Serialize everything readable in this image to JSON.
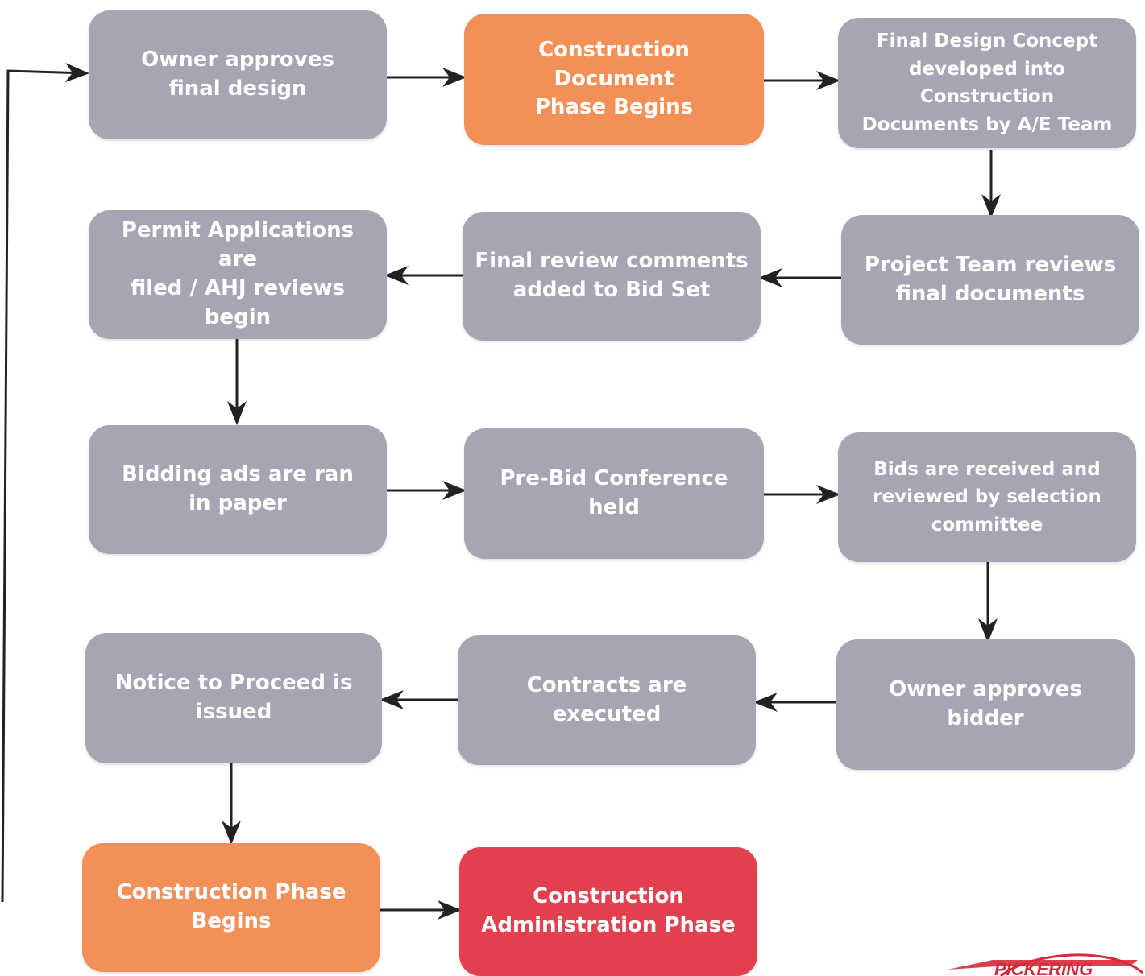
{
  "flowchart": {
    "steps": [
      {
        "id": "owner-approves-design",
        "label": "Owner approves\nfinal design"
      },
      {
        "id": "cd-phase-begins",
        "label": "Construction Document\nPhase Begins"
      },
      {
        "id": "design-concept-developed",
        "label": "Final Design Concept\ndeveloped into Construction\nDocuments by A/E Team"
      },
      {
        "id": "team-reviews",
        "label": "Project Team reviews\nfinal documents"
      },
      {
        "id": "review-comments",
        "label": "Final review comments\nadded to Bid Set"
      },
      {
        "id": "permit-applications",
        "label": "Permit Applications are\nfiled / AHJ reviews begin"
      },
      {
        "id": "bidding-ads",
        "label": "Bidding ads are ran\nin paper"
      },
      {
        "id": "pre-bid-conference",
        "label": "Pre-Bid Conference held"
      },
      {
        "id": "bids-received",
        "label": "Bids are received and\nreviewed by selection\ncommittee"
      },
      {
        "id": "owner-approves-bidder",
        "label": "Owner approves\nbidder"
      },
      {
        "id": "contracts-executed",
        "label": "Contracts are executed"
      },
      {
        "id": "notice-to-proceed",
        "label": "Notice to Proceed is\nissued"
      },
      {
        "id": "construction-phase-begins",
        "label": "Construction Phase\nBegins"
      },
      {
        "id": "construction-admin-phase",
        "label": "Construction\nAdministration Phase"
      }
    ]
  },
  "logo": {
    "text": "PICKERING",
    "color": "#d52b3a"
  },
  "colors": {
    "step": "#a7a5b3",
    "phase": "#f29058",
    "final_phase": "#e2404e",
    "connector": "#222222"
  }
}
